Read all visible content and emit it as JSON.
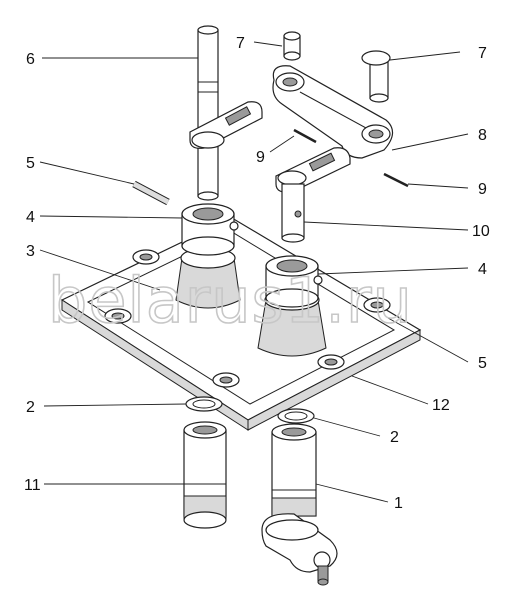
{
  "watermark": "belarus1.ru",
  "callouts": [
    {
      "id": "c6",
      "text": "6"
    },
    {
      "id": "c7a",
      "text": "7"
    },
    {
      "id": "c7b",
      "text": "7"
    },
    {
      "id": "c8",
      "text": "8"
    },
    {
      "id": "c9a",
      "text": "9"
    },
    {
      "id": "c9b",
      "text": "9"
    },
    {
      "id": "c5a",
      "text": "5"
    },
    {
      "id": "c4a",
      "text": "4"
    },
    {
      "id": "c10",
      "text": "10"
    },
    {
      "id": "c3",
      "text": "3"
    },
    {
      "id": "c4b",
      "text": "4"
    },
    {
      "id": "c5b",
      "text": "5"
    },
    {
      "id": "c2a",
      "text": "2"
    },
    {
      "id": "c12",
      "text": "12"
    },
    {
      "id": "c2b",
      "text": "2"
    },
    {
      "id": "c11",
      "text": "11"
    },
    {
      "id": "c1",
      "text": "1"
    }
  ]
}
